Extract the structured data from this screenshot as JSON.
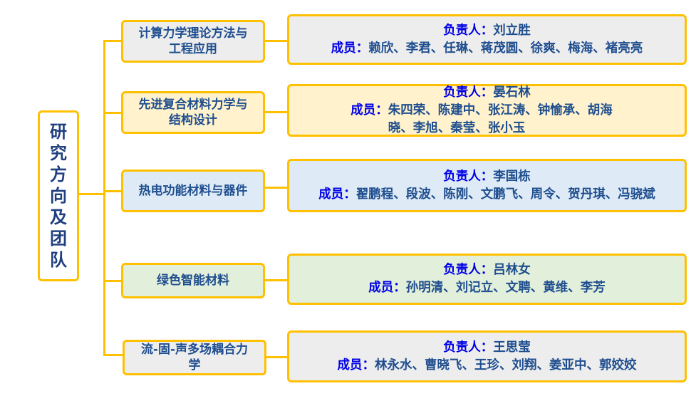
{
  "root": "研究方向及团队",
  "colors": {
    "border": "#ffc000",
    "label": "#0000e6",
    "text": "#1f4e8f"
  },
  "leader_label": "负责人：",
  "member_label": "成员：",
  "branches": [
    {
      "title": "计算力学理论方法与工程应用",
      "leader": "刘立胜",
      "members": "赖欣、李君、任琳、蒋茂圆、徐爽、梅海、褚亮亮",
      "bg": "#ededed"
    },
    {
      "title": "先进复合材料力学与结构设计",
      "leader": "晏石林",
      "members": "朱四荣、陈建中、张江涛、钟愉承、胡海晓、李旭、秦莹、张小玉",
      "bg": "#fff2cc"
    },
    {
      "title": "热电功能材料与器件",
      "leader": "李国栋",
      "members": "翟鹏程、段波、陈刚、文鹏飞、周令、贺丹琪、冯骁斌",
      "bg": "#deebf7"
    },
    {
      "title": "绿色智能材料",
      "leader": "吕林女",
      "members": "孙明清、刘记立、文聘、黄维、李芳",
      "bg": "#e2efda"
    },
    {
      "title": "流-固-声多场耦合力学",
      "leader": "王思莹",
      "members": "林永水、曹晓飞、王珍、刘翔、姜亚中、郭姣姣",
      "bg": "#ededed"
    }
  ]
}
